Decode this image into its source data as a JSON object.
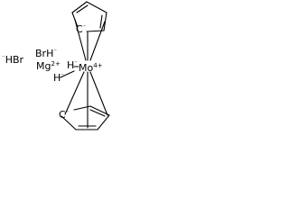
{
  "molecule": {
    "atoms": {
      "hbr": {
        "symbol": "HBr",
        "prefix": "⁻"
      },
      "brh": {
        "symbol": "BrH",
        "charge": "⁻"
      },
      "mg": {
        "symbol": "Mg",
        "charge": "2+"
      },
      "mo": {
        "symbol": "Mo",
        "charge": "4+"
      },
      "h_upper": {
        "symbol": "H",
        "charge": "⁻"
      },
      "h_lower": {
        "symbol": "H",
        "charge": "⁻"
      },
      "c_top": {
        "symbol": "C",
        "charge": "⁻"
      },
      "c_bottom": {
        "symbol": "C",
        "charge": "⁻"
      }
    }
  }
}
